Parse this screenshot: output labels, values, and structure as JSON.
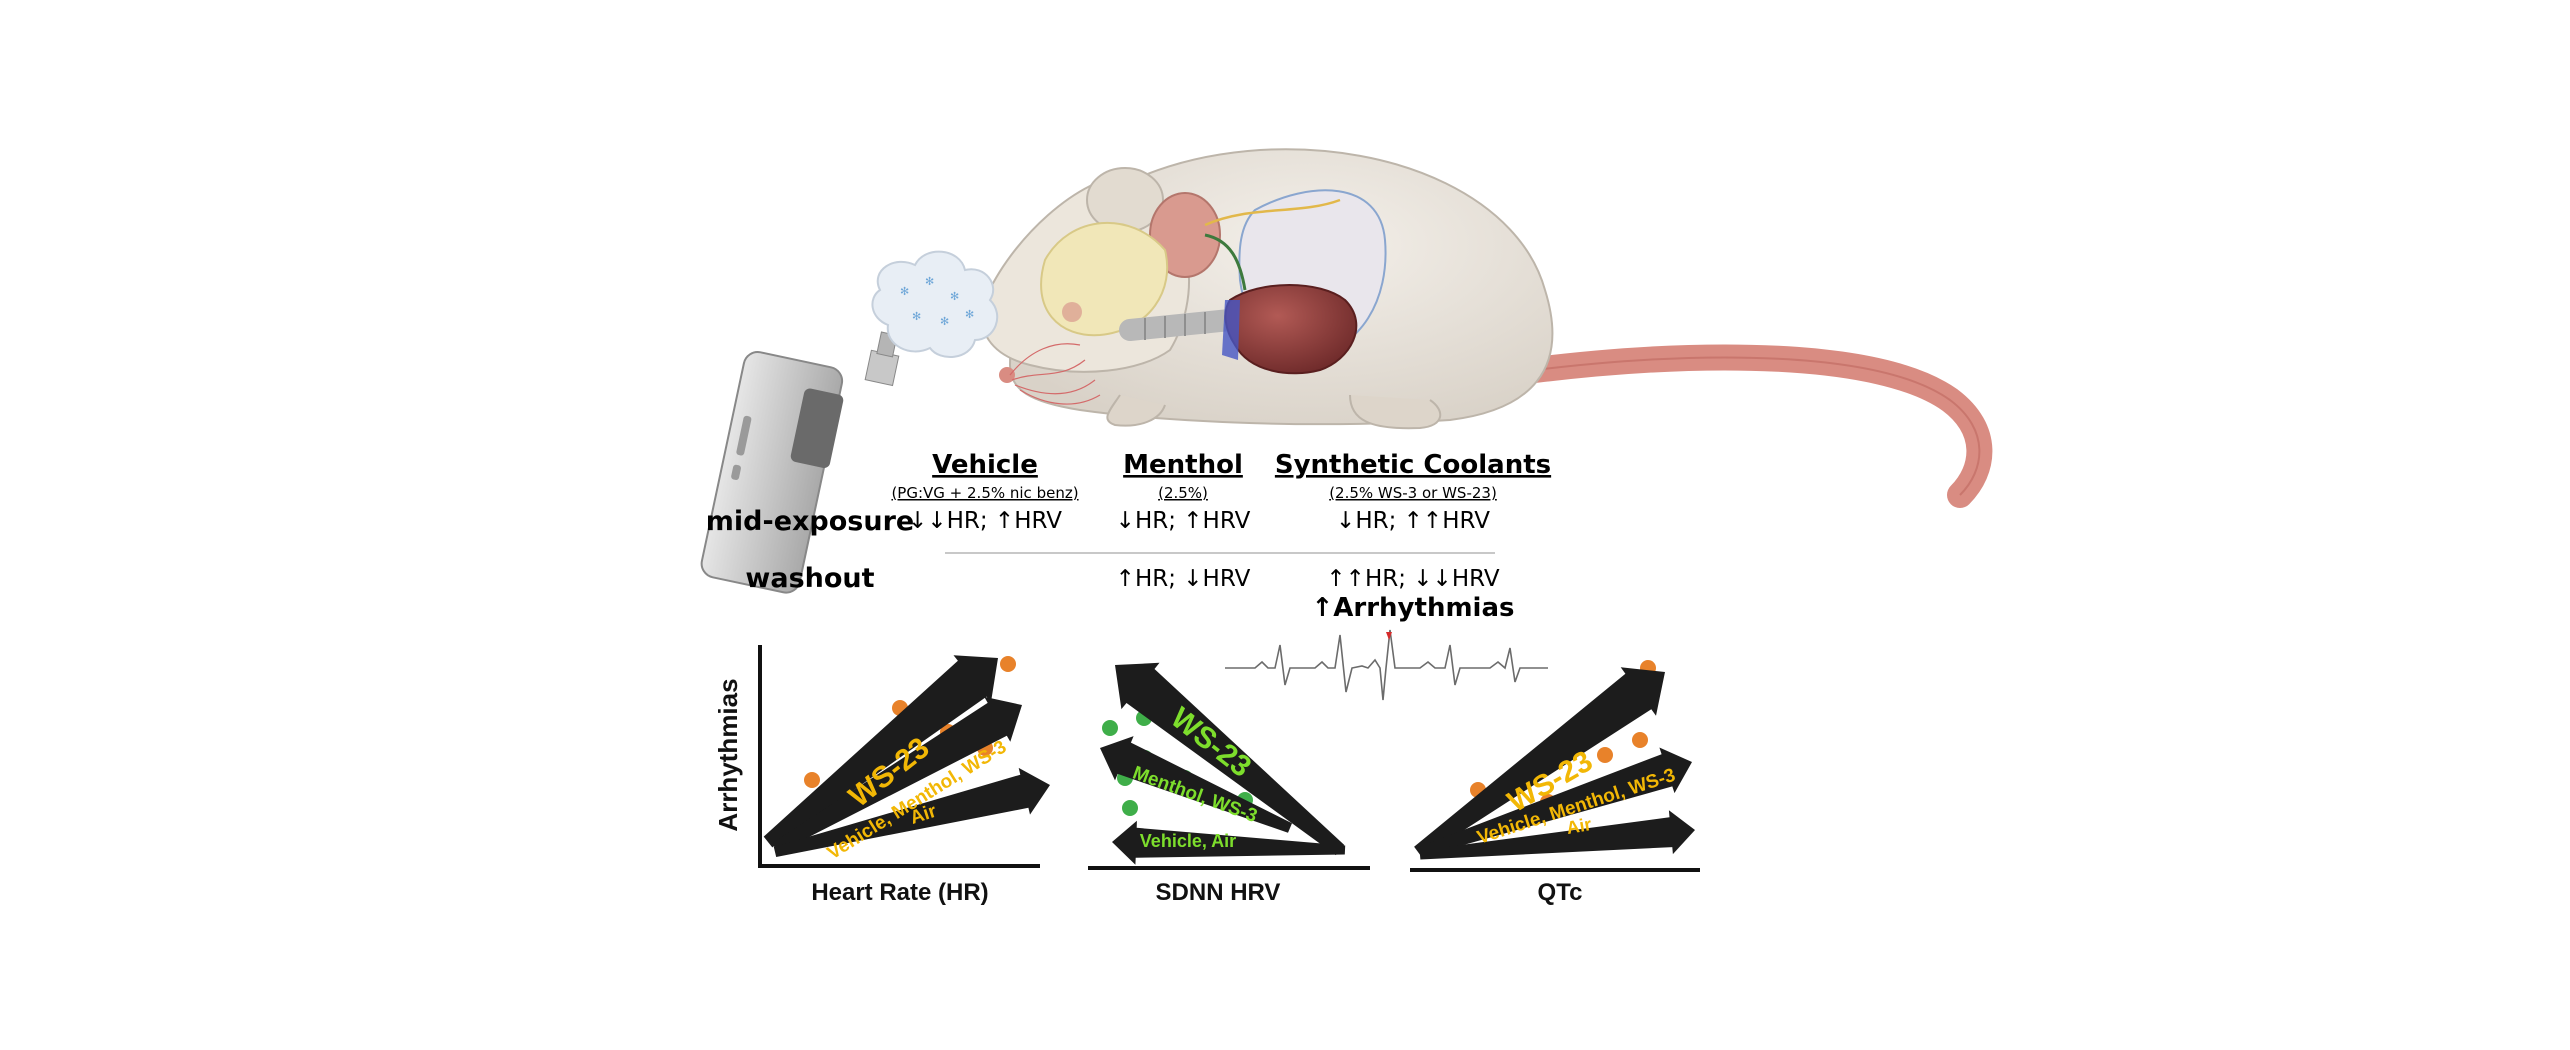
{
  "figure": {
    "columns": [
      {
        "title": "Vehicle",
        "subtitle": "(PG:VG + 2.5% nic benz)",
        "mid": "↓↓HR; ↑HRV",
        "washout": ""
      },
      {
        "title": "Menthol",
        "subtitle": "(2.5%)",
        "mid": "↓HR; ↑HRV",
        "washout": "↑HR; ↓HRV"
      },
      {
        "title": "Synthetic Coolants",
        "subtitle": "(2.5% WS-3 or WS-23)",
        "mid": "↓HR; ↑↑HRV",
        "washout": "↑↑HR; ↓↓HRV",
        "washout_extra": "↑Arrhythmias"
      }
    ],
    "rows": {
      "mid": "mid-exposure",
      "washout": "washout"
    },
    "panels": [
      {
        "xlabel": "Heart Rate (HR)",
        "ylabel": "Arrhythmias",
        "arrows": [
          "WS-23",
          "Vehicle, Menthol, WS-3",
          "Air"
        ],
        "text_color": "#f2b705",
        "dot_color": "#e8822a"
      },
      {
        "xlabel": "SDNN HRV",
        "ylabel": "",
        "arrows": [
          "WS-23",
          "Menthol, WS-3",
          "Vehicle, Air"
        ],
        "text_color": "#7dde2c",
        "dot_color": "#3fae49"
      },
      {
        "xlabel": "QTc",
        "ylabel": "",
        "arrows": [
          "WS-23",
          "Vehicle, Menthol, WS-3",
          "Air"
        ],
        "text_color": "#f2b705",
        "dot_color": "#e8822a"
      }
    ]
  },
  "colors": {
    "accent_orange": "#e8822a",
    "accent_green": "#3fae49",
    "arrow": "#1c1c1c",
    "mouse": "#ece7e0",
    "tail": "#d98c82",
    "heart": "#8c3c3c",
    "vape": "#c8c8c8"
  }
}
